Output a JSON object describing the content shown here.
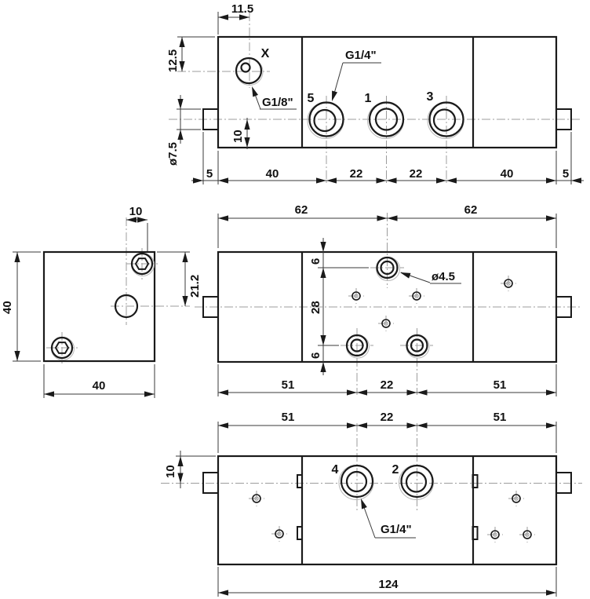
{
  "front_view": {
    "dims": {
      "w_115": "11.5",
      "h_125": "12.5",
      "dia_75": "ø7.5",
      "h_10": "10",
      "seg_5l": "5",
      "seg_40l": "40",
      "seg_22a": "22",
      "seg_22b": "22",
      "seg_40r": "40",
      "seg_5r": "5"
    },
    "labels": {
      "port_x": "X",
      "thread_g18": "G1/8\"",
      "thread_g14": "G1/4\"",
      "port_5": "5",
      "port_1": "1",
      "port_3": "3"
    }
  },
  "side_view": {
    "dims": {
      "w_10": "10",
      "h_212": "21.2",
      "left_40": "40",
      "bottom_40": "40"
    }
  },
  "top_view": {
    "dims": {
      "left_62": "62",
      "right_62": "62",
      "t_6": "6",
      "m_28": "28",
      "b_6": "6",
      "seg_51l": "51",
      "seg_22": "22",
      "seg_51r": "51"
    },
    "labels": {
      "dia_45": "ø4.5"
    }
  },
  "bottom_view": {
    "dims": {
      "seg_51l": "51",
      "seg_22": "22",
      "seg_51r": "51",
      "h_10": "10",
      "w_124": "124"
    },
    "labels": {
      "port_4": "4",
      "port_2": "2",
      "thread_g14": "G1/4\""
    }
  }
}
